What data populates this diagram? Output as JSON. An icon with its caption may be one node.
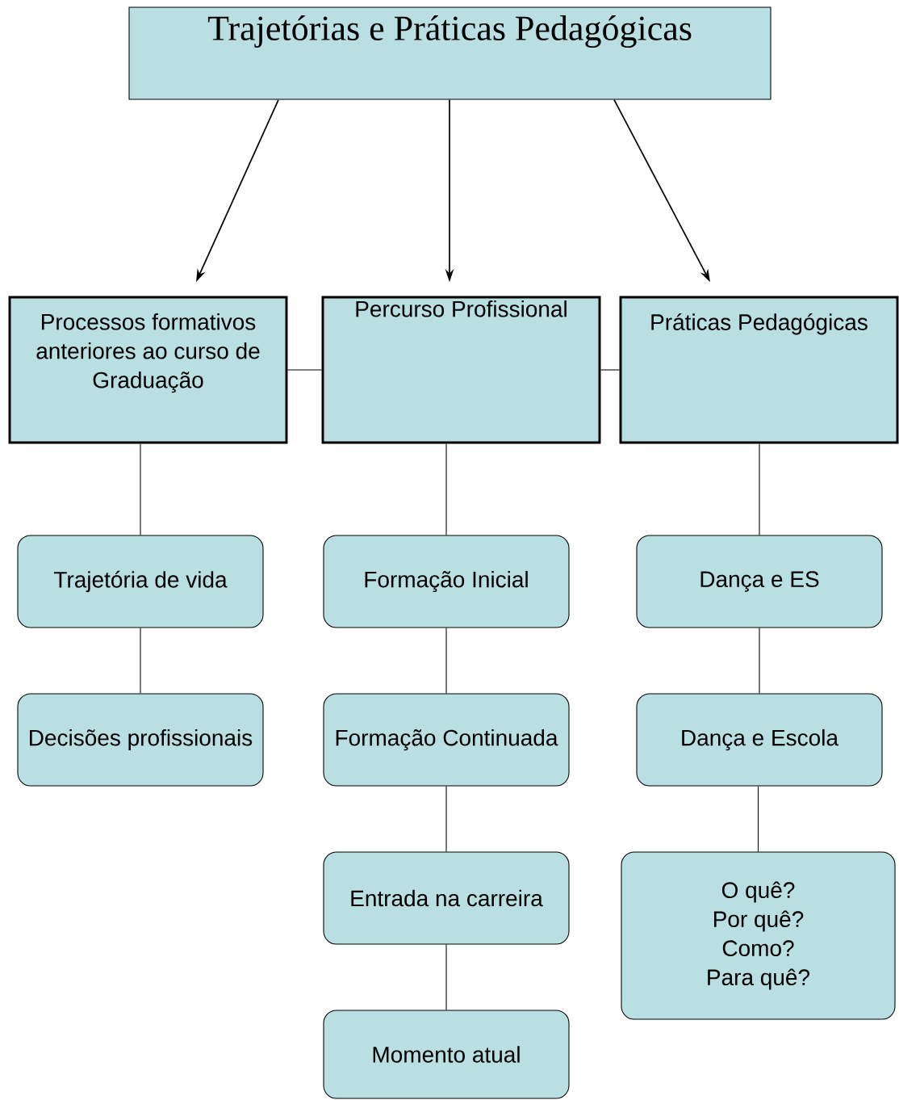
{
  "diagram": {
    "nodes": [
      {
        "text": [
          "Trajetórias e Práticas Pedagógicas"
        ]
      },
      {
        "text": [
          "Processos formativos anteriores ao curso de Graduação"
        ]
      },
      {
        "text": [
          "Percurso Profissional"
        ]
      },
      {
        "text": [
          "Práticas Pedagógicas"
        ]
      },
      {
        "text": [
          "Trajetória de vida"
        ]
      },
      {
        "text": [
          "Decisões profissionais"
        ]
      },
      {
        "text": [
          "Formação Inicial"
        ]
      },
      {
        "text": [
          "Formação Continuada"
        ]
      },
      {
        "text": [
          "Entrada na carreira"
        ]
      },
      {
        "text": [
          "Momento atual"
        ]
      },
      {
        "text": [
          "Dança e ES"
        ]
      },
      {
        "text": [
          "Dança e Escola"
        ]
      },
      {
        "text": [
          "O quê?",
          "Por quê?",
          "Como?",
          "Para quê?"
        ]
      }
    ],
    "edges": [
      {
        "from": 0,
        "to": 1,
        "arrow": "to"
      },
      {
        "from": 0,
        "to": 2,
        "arrow": "to"
      },
      {
        "from": 0,
        "to": 3,
        "arrow": "to"
      },
      {
        "from": 1,
        "to": 2,
        "arrow": "none"
      },
      {
        "from": 2,
        "to": 3,
        "arrow": "none"
      },
      {
        "from": 1,
        "to": 4,
        "arrow": "none"
      },
      {
        "from": 4,
        "to": 5,
        "arrow": "none"
      },
      {
        "from": 2,
        "to": 6,
        "arrow": "none"
      },
      {
        "from": 6,
        "to": 7,
        "arrow": "none"
      },
      {
        "from": 7,
        "to": 8,
        "arrow": "none"
      },
      {
        "from": 8,
        "to": 9,
        "arrow": "none"
      },
      {
        "from": 3,
        "to": 10,
        "arrow": "none"
      },
      {
        "from": 10,
        "to": 11,
        "arrow": "none"
      },
      {
        "from": 11,
        "to": 12,
        "arrow": "none"
      }
    ]
  }
}
